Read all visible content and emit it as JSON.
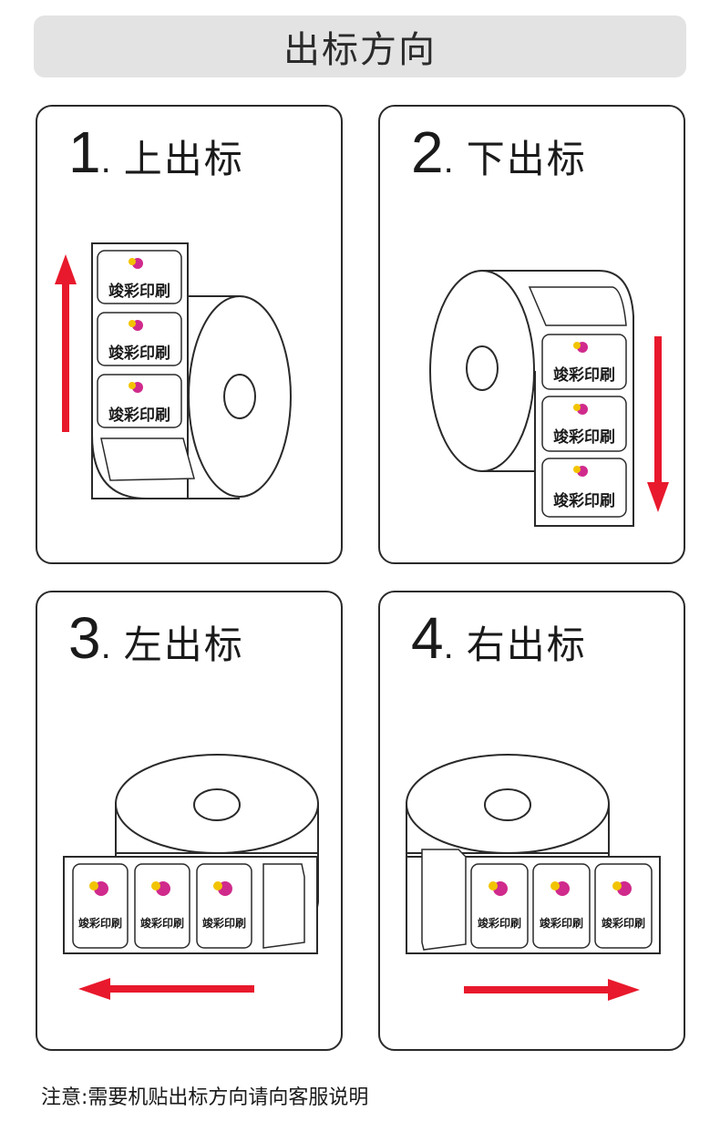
{
  "header": {
    "title": "出标方向"
  },
  "panels": [
    {
      "number": "1",
      "label": "上出标",
      "direction": "up"
    },
    {
      "number": "2",
      "label": "下出标",
      "direction": "down"
    },
    {
      "number": "3",
      "label": "左出标",
      "direction": "left"
    },
    {
      "number": "4",
      "label": "右出标",
      "direction": "right"
    }
  ],
  "label_text": "竣彩印刷",
  "note": "注意:需要机贴出标方向请向客服说明",
  "colors": {
    "arrow": "#e8192c",
    "outline": "#2a2a2a",
    "header_bg": "#e3e3e3"
  }
}
